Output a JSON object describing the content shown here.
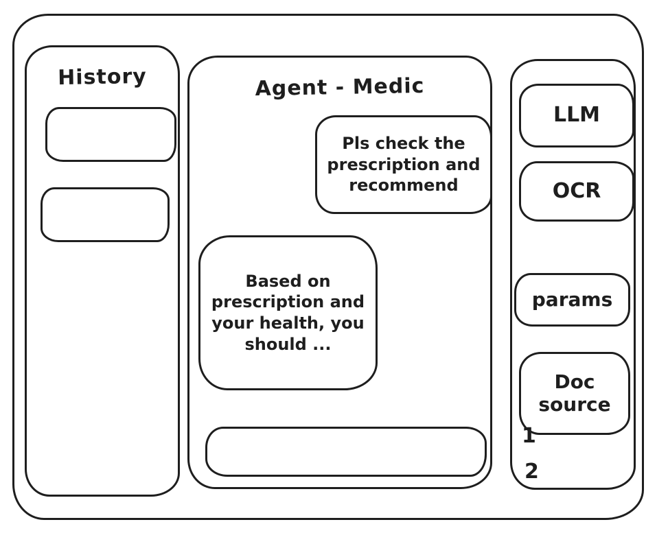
{
  "colors": {
    "stroke": "#1e1e1e",
    "background": "#ffffff"
  },
  "history_panel": {
    "title": "History",
    "items": [
      {
        "label": ""
      },
      {
        "label": ""
      }
    ]
  },
  "chat_panel": {
    "title": "Agent - Medic",
    "messages": [
      {
        "role": "user",
        "text": "Pls check the prescription and recommend"
      },
      {
        "role": "agent",
        "text": "Based on prescription and your health, you should ..."
      }
    ],
    "input": {
      "value": "",
      "placeholder": ""
    }
  },
  "tools_panel": {
    "buttons": [
      {
        "label": "LLM"
      },
      {
        "label": "OCR"
      },
      {
        "label": "params"
      },
      {
        "label": "Doc source"
      }
    ],
    "doc_list": [
      {
        "label": "1"
      },
      {
        "label": "2"
      }
    ]
  }
}
